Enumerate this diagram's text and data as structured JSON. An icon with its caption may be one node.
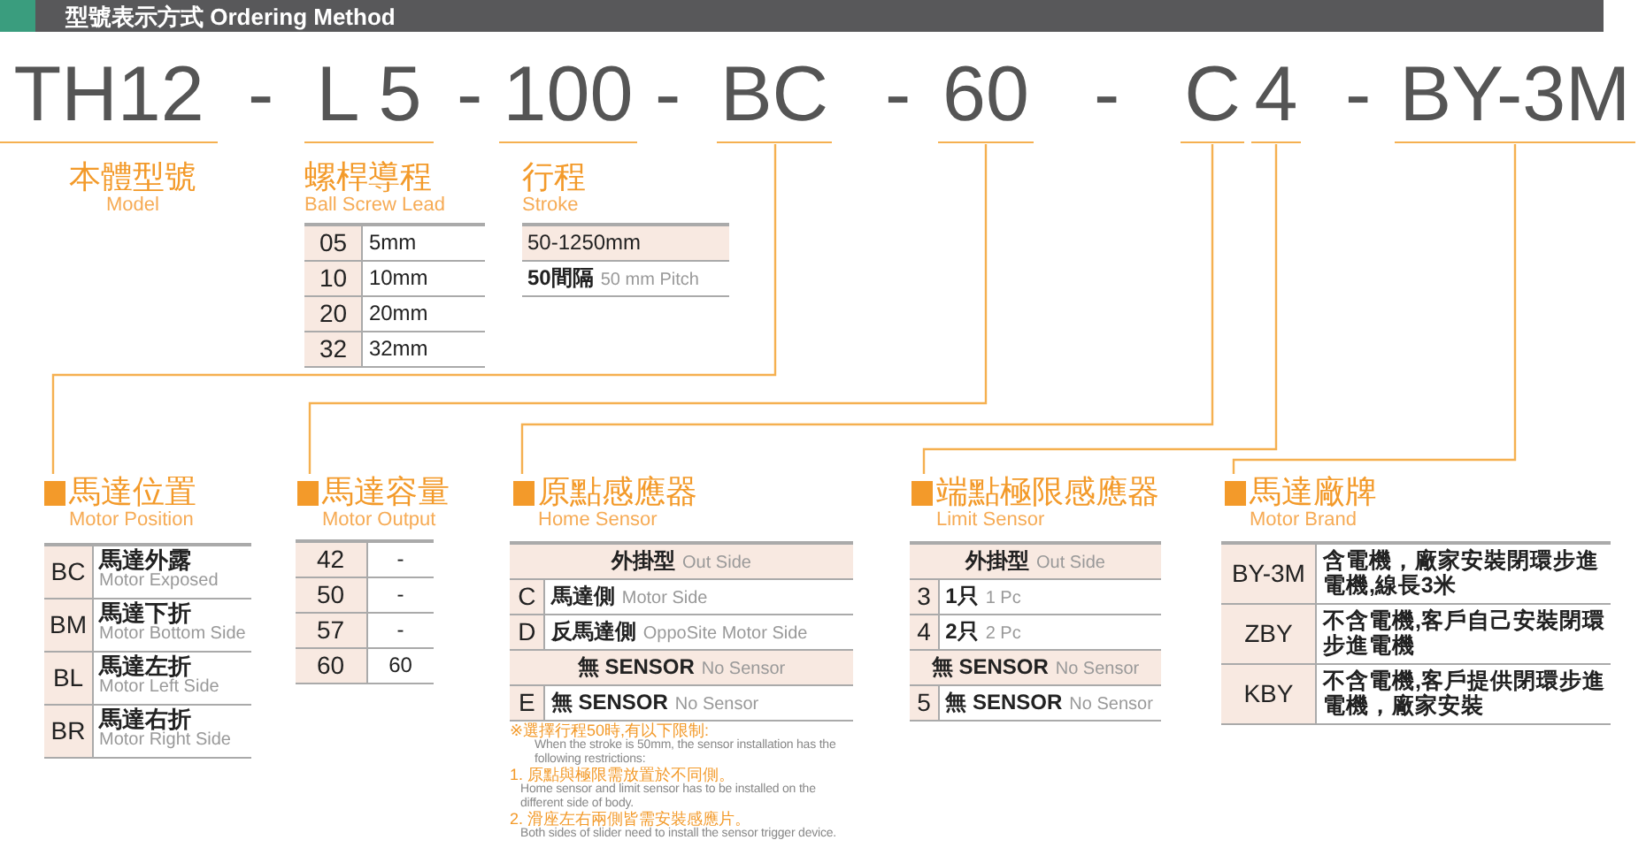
{
  "diagram": {
    "title": "型號表示方式 Ordering Method",
    "nodes": [
      {
        "text": [
          "TH12"
        ]
      },
      {
        "text": [
          "L 5"
        ]
      },
      {
        "text": [
          "100"
        ]
      },
      {
        "text": [
          "BC"
        ]
      },
      {
        "text": [
          "60"
        ]
      },
      {
        "text": [
          "C"
        ]
      },
      {
        "text": [
          "4"
        ]
      },
      {
        "text": [
          "BY-3M"
        ]
      },
      {
        "text": [
          "本體型號",
          "Model"
        ]
      },
      {
        "text": [
          "螺桿導程",
          "Ball Screw Lead"
        ]
      },
      {
        "text": [
          "行程",
          "Stroke"
        ]
      },
      {
        "text": [
          "馬達位置",
          "Motor Position"
        ]
      },
      {
        "text": [
          "馬達容量",
          "Motor Output"
        ]
      },
      {
        "text": [
          "原點感應器",
          "Home Sensor"
        ]
      },
      {
        "text": [
          "端點極限感應器",
          "Limit Sensor"
        ]
      },
      {
        "text": [
          "馬達廠牌",
          "Motor Brand"
        ]
      }
    ],
    "edges": [
      {
        "from": 3,
        "to": 11,
        "arrow": "none"
      },
      {
        "from": 4,
        "to": 12,
        "arrow": "none"
      },
      {
        "from": 5,
        "to": 13,
        "arrow": "none"
      },
      {
        "from": 6,
        "to": 14,
        "arrow": "none"
      },
      {
        "from": 7,
        "to": 15,
        "arrow": "none"
      }
    ],
    "labels": [
      "-",
      "-",
      "-",
      "-",
      "-",
      "-",
      "05",
      "5mm",
      "10",
      "10mm",
      "20",
      "20mm",
      "32",
      "32mm",
      "50-1250mm",
      "50間隔",
      "50 mm Pitch",
      "BC",
      "馬達外露",
      "Motor Exposed",
      "BM",
      "馬達下折",
      "Motor Bottom Side",
      "BL",
      "馬達左折",
      "Motor Left Side",
      "BR",
      "馬達右折",
      "Motor Right Side",
      "42",
      "-",
      "50",
      "-",
      "57",
      "-",
      "60",
      "60",
      "外掛型",
      "Out Side",
      "C",
      "馬達側",
      "Motor Side",
      "D",
      "反馬達側",
      "OppoSite Motor Side",
      "無 SENSOR",
      "No Sensor",
      "E",
      "無 SENSOR",
      "No Sensor",
      "※選擇行程50時,有以下限制:",
      "When the stroke is 50mm, the sensor installation has the following restrictions:",
      "1. 原點與極限需放置於不同側。",
      "Home sensor and limit sensor has to be installed on the different side of body.",
      "2. 滑座左右兩側皆需安裝感應片。",
      "Both sides of slider need to install the sensor trigger device.",
      "外掛型",
      "Out Side",
      "3",
      "1只",
      "1 Pc",
      "4",
      "2只",
      "2 Pc",
      "無 SENSOR",
      "No Sensor",
      "5",
      "無 SENSOR",
      "No Sensor",
      "BY-3M",
      "含電機，廠家安裝閉環步進電機,線長3米",
      "ZBY",
      "不含電機,客戶自己安裝閉環步進電機",
      "KBY",
      "不含電機,客戶提供閉環步進電機，廠家安裝"
    ]
  }
}
